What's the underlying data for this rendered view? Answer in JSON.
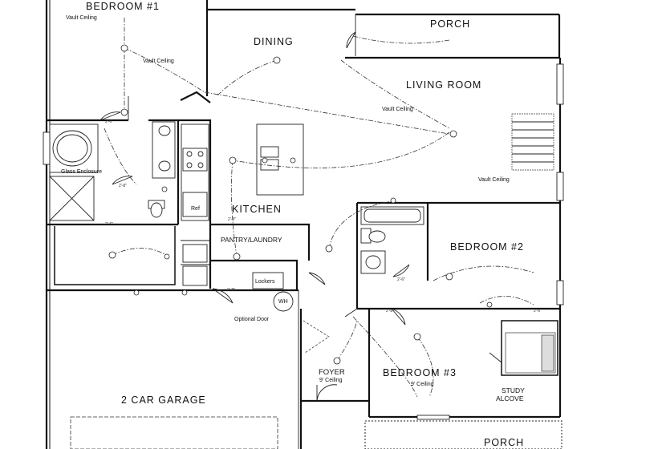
{
  "rooms": {
    "bedroom1": "BEDROOM #1",
    "dining": "DINING",
    "porch_top": "PORCH",
    "living": "LIVING ROOM",
    "kitchen": "KITCHEN",
    "pantry": "PANTRY/LAUNDRY",
    "bedroom2": "BEDROOM #2",
    "bedroom3": "BEDROOM #3",
    "garage": "2 CAR GARAGE",
    "foyer": "FOYER",
    "study1": "STUDY",
    "study2": "ALCOVE",
    "porch_bottom": "PORCH"
  },
  "notes": {
    "vault1": "Vault Ceiling",
    "vault2": "Vault Ceiling",
    "vault_living": "Vault Ceiling",
    "vault_br2": "Vault Ceiling",
    "glass": "Glass Enclosure",
    "ref": "Ref",
    "lockers": "Lockers",
    "wh": "WH",
    "optional_door": "Optional Door",
    "foyer_ceiling": "9' Ceiling",
    "br3_ceiling": "9' Ceiling"
  },
  "dims": {
    "d1": "2'-6\"",
    "d2": "2'-8\"",
    "d3": "2'-6\"",
    "d4": "2'-8\"",
    "d5": "2'-8\"",
    "d6": "2'-6\"",
    "d7": "2'-8\"",
    "d8": "2'-6\""
  }
}
